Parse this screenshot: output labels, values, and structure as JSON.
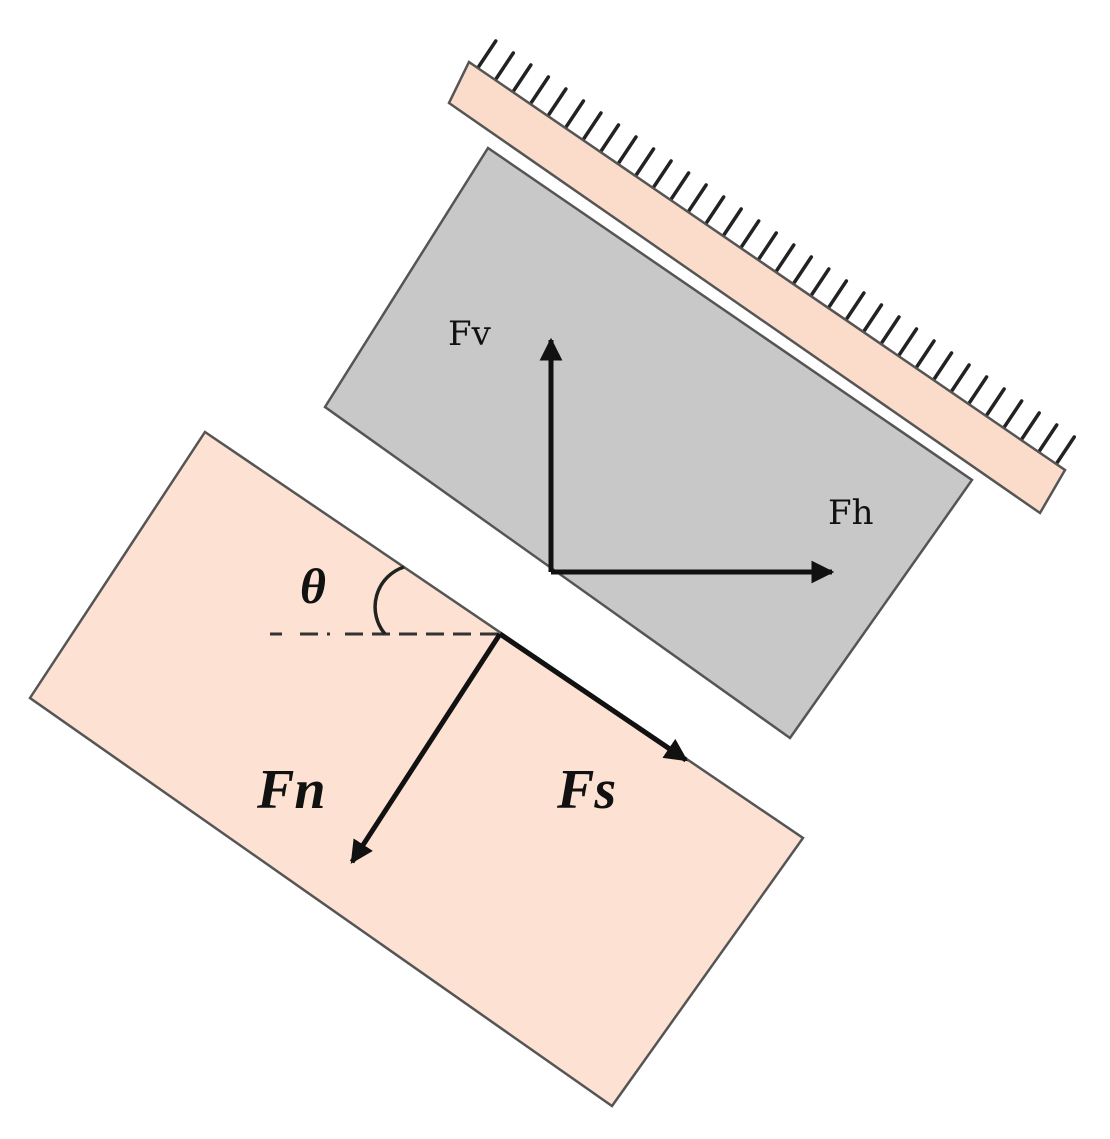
{
  "labels": {
    "vertical_force": "Fv",
    "horizontal_force": "Fh",
    "normal_force": "Fn",
    "shear_force": "Fs",
    "angle": "θ"
  },
  "colors": {
    "background": "#ffffff",
    "tool_block": "#c8c8c8",
    "tool_holder": "#fbdccb",
    "workpiece": "#fde1d2",
    "outline": "#555555",
    "arrow": "#111111"
  },
  "icons": {
    "fixed_support": "hatched-wall",
    "arrows": "solid-triangle-arrowhead"
  }
}
